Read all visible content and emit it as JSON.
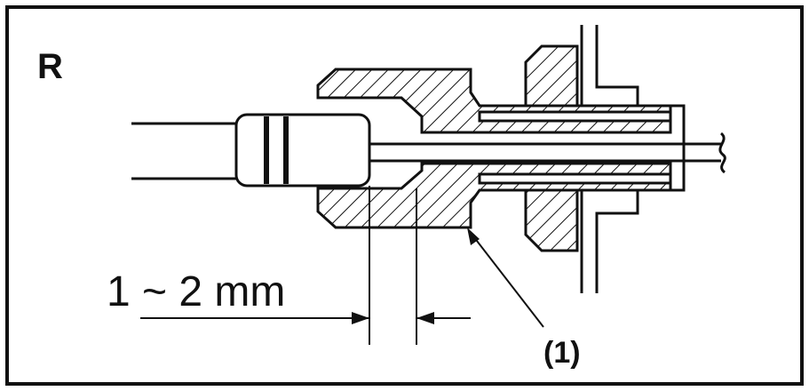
{
  "panel_label": "R",
  "dimension_label": "1 ~ 2 mm",
  "callout_label": "(1)",
  "colors": {
    "stroke": "#111111",
    "background": "#ffffff"
  }
}
